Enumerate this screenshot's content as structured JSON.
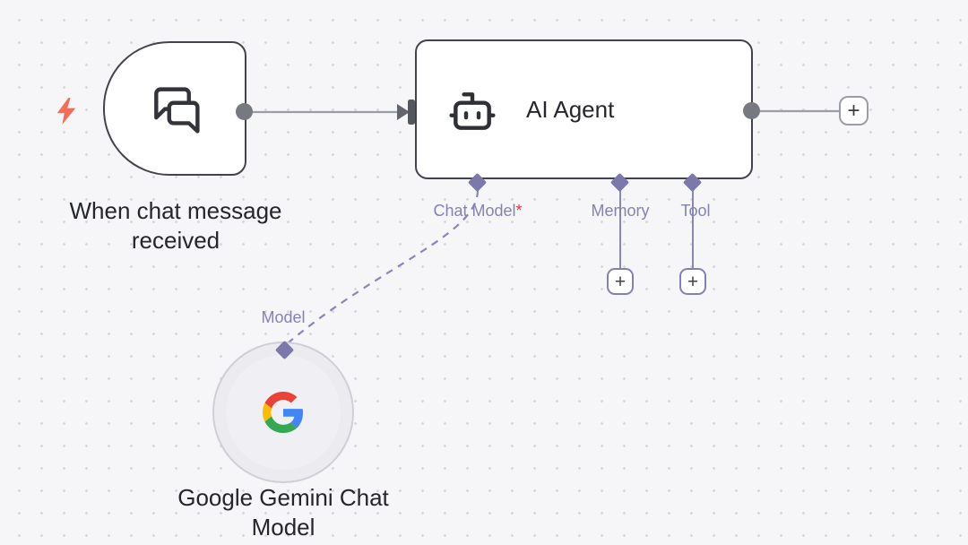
{
  "canvas": {
    "background": "#f6f6f8",
    "dot_color": "#d6d6db"
  },
  "colors": {
    "node_border": "#43444b",
    "edge_gray": "#9a9da2",
    "endpoint_gray": "#76797f",
    "ai_connector_purple": "#7b78ab",
    "port_label_purple": "#8482b0",
    "required_red": "#d93a34",
    "bolt_orange": "#f46e57",
    "text_dark": "#25262b",
    "google_blue": "#4285F4",
    "google_red": "#EA4335",
    "google_yellow": "#FBBC05",
    "google_green": "#34A853"
  },
  "trigger_node": {
    "label": "When chat message received",
    "icon": "chat-bubbles-icon",
    "badge_icon": "lightning-bolt-icon"
  },
  "agent_node": {
    "title": "AI Agent",
    "icon": "robot-icon",
    "ports": {
      "chat_model": {
        "label": "Chat Model",
        "required_marker": "*"
      },
      "memory": {
        "label": "Memory"
      },
      "tool": {
        "label": "Tool"
      }
    }
  },
  "model_node": {
    "label": "Google Gemini Chat Model",
    "port_label": "Model",
    "icon": "google-g-icon"
  },
  "buttons": {
    "add_next_node": "+",
    "add_memory": "+",
    "add_tool": "+"
  }
}
